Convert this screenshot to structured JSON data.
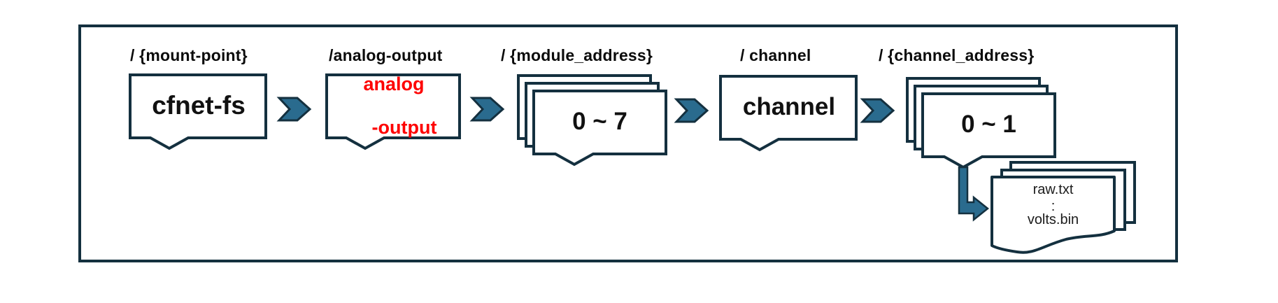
{
  "diagram": {
    "description": "Filesystem path hierarchy flow diagram",
    "colors": {
      "outline": "#14303f",
      "chevron_fill": "#2a6b8e",
      "highlight_text": "#fe0000",
      "text": "#111111",
      "background": "#ffffff"
    }
  },
  "nodes": [
    {
      "path_label": "/ {mount-point}",
      "box_text": "cfnet-fs",
      "type": "folder"
    },
    {
      "path_label": "/analog-output",
      "box_line1": "analog",
      "box_line2": "-output",
      "type": "folder-highlighted"
    },
    {
      "path_label": "/ {module_address}",
      "box_text": "0 ~ 7",
      "type": "folder-stack"
    },
    {
      "path_label": "/ channel",
      "box_text": "channel",
      "type": "folder"
    },
    {
      "path_label": "/ {channel_address}",
      "box_text": "0 ~ 1",
      "type": "folder-stack"
    }
  ],
  "files": {
    "lines": [
      "raw.txt",
      ":",
      "volts.bin"
    ]
  },
  "icons": {
    "connector": "flow-chevron-right",
    "files_arrow": "elbow-arrow-down-right"
  }
}
